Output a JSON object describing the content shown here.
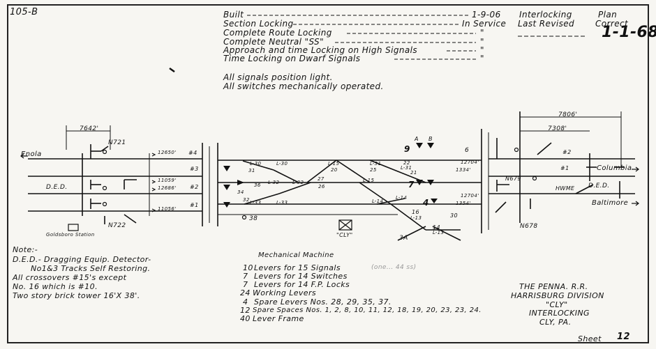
{
  "sheet_id": "105-B",
  "header": {
    "rows": [
      {
        "label": "Built",
        "value": "1-9-06"
      },
      {
        "label": "Section Locking",
        "value": "In Service"
      },
      {
        "label": "Complete Route Locking",
        "value": "\""
      },
      {
        "label": "Complete Neutral \"SS\"",
        "value": "\""
      },
      {
        "label": "Approach and time Locking on High Signals",
        "value": "\""
      },
      {
        "label": "Time Locking on Dwarf Signals",
        "value": "\""
      }
    ],
    "interlocking_label": "Interlocking",
    "last_revised_label": "Last Revised",
    "plan_label": "Plan",
    "correct_label": "Correct",
    "correct_date": "1-1-68"
  },
  "general_notes": [
    "All signals position light.",
    "All switches mechanically operated."
  ],
  "diagram": {
    "left_end_label": "Enola",
    "right_end_labels": [
      "Columbia",
      "Baltimore"
    ],
    "dimensions": [
      "7642'",
      "7806'",
      "7308'"
    ],
    "track_numbers_left": [
      "#4",
      "#3",
      "#2",
      "#1"
    ],
    "track_numbers_right": [
      "#2",
      "#1"
    ],
    "distances_left": [
      "12650'",
      "11059'",
      "12686'",
      "11056'"
    ],
    "distances_right": [
      "12704'",
      "1334'",
      "12704'",
      "1354'"
    ],
    "ded_left": "D.E.D.",
    "ded_right": "D.E.D.",
    "hwme": "HWME",
    "signal_labels_left": [
      "N721",
      "N722"
    ],
    "signal_labels_right": [
      "N679",
      "N678"
    ],
    "station_label": "Goldsboro Station",
    "tower_label": "\"CLY\"",
    "lever_labels": [
      "L-30",
      "L-30",
      "L-32",
      "L-32",
      "L-15",
      "L-15",
      "L-33",
      "L-33",
      "L-31",
      "L-31",
      "L-14",
      "L-14",
      "L-13",
      "L-13",
      "20",
      "27",
      "26",
      "25",
      "22",
      "21",
      "31",
      "36",
      "34",
      "32",
      "38",
      "9",
      "7",
      "4",
      "3A",
      "6",
      "A",
      "B",
      "16",
      "14",
      "30"
    ]
  },
  "note": {
    "heading": "Note:-",
    "lines": [
      "D.E.D.- Dragging Equip. Detector-",
      "No1&3 Tracks Self Restoring.",
      "All crossovers #15's except",
      "No. 16 which is #10.",
      "Two story brick tower 16'X 38'."
    ]
  },
  "machine": {
    "title": "Mechanical Machine",
    "lines": [
      {
        "count": "10",
        "text": "Levers for 15 Signals",
        "aside": "(one... 44 ss)"
      },
      {
        "count": "7",
        "text": "Levers for 14 Switches",
        "aside": ""
      },
      {
        "count": "7",
        "text": "Levers for 14 F.P. Locks",
        "aside": ""
      },
      {
        "count": "24",
        "text": "Working Levers",
        "aside": ""
      },
      {
        "count": "4",
        "text": "Spare Levers Nos. 28, 29, 35, 37.",
        "aside": ""
      },
      {
        "count": "12",
        "text": "Spare Spaces Nos. 1, 2, 8, 10, 11, 12, 18, 19, 20, 23, 23, 24.",
        "aside": ""
      },
      {
        "count": "40",
        "text": "Lever Frame",
        "aside": ""
      }
    ]
  },
  "title_block": {
    "company": "THE PENNA. R.R.",
    "division": "HARRISBURG DIVISION",
    "station": "\"CLY\"",
    "type": "INTERLOCKING",
    "place": "CLY, PA."
  },
  "sheet": {
    "label": "Sheet",
    "number": "12"
  }
}
